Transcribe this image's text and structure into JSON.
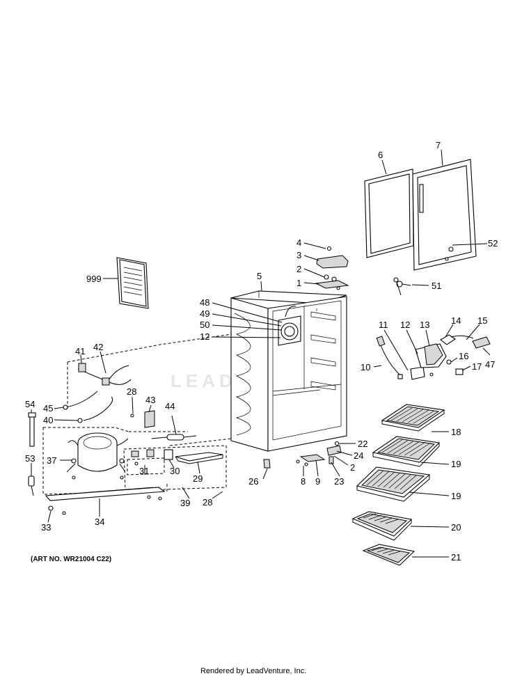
{
  "diagram": {
    "art_number": "(ART NO. WR21004 C22)",
    "footer": "Rendered by LeadVenture, Inc.",
    "watermark": "LEADVENTURE",
    "part_labels": {
      "p999": "999",
      "p1": "1",
      "p2a": "2",
      "p2b": "2",
      "p3": "3",
      "p4": "4",
      "p5": "5",
      "p6": "6",
      "p7": "7",
      "p8": "8",
      "p9": "9",
      "p10": "10",
      "p11": "11",
      "p12a": "12",
      "p12b": "12",
      "p13": "13",
      "p14": "14",
      "p15": "15",
      "p16": "16",
      "p17": "17",
      "p18": "18",
      "p19a": "19",
      "p19b": "19",
      "p20": "20",
      "p21": "21",
      "p22": "22",
      "p23": "23",
      "p24": "24",
      "p26": "26",
      "p28a": "28",
      "p28b": "28",
      "p29": "29",
      "p30": "30",
      "p31": "31",
      "p33": "33",
      "p34": "34",
      "p37": "37",
      "p39": "39",
      "p40": "40",
      "p41": "41",
      "p42": "42",
      "p43": "43",
      "p44": "44",
      "p45": "45",
      "p47": "47",
      "p48": "48",
      "p49": "49",
      "p50": "50",
      "p51": "51",
      "p52": "52",
      "p53": "53",
      "p54": "54"
    }
  }
}
